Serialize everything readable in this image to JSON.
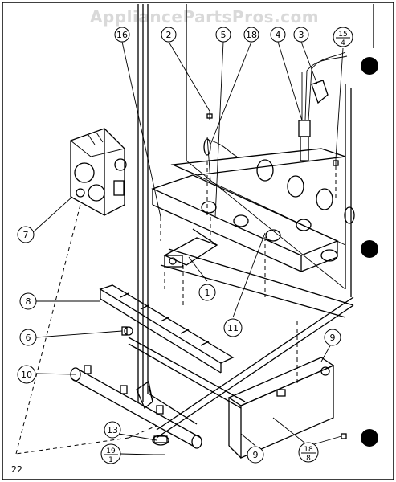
{
  "watermark": "AppliancePartsPros.com",
  "page_number": "22",
  "callouts": {
    "c1": "1",
    "c2": "2",
    "c3": "3",
    "c4": "4",
    "c5": "5",
    "c6": "6",
    "c7": "7",
    "c8": "8",
    "c9a": "9",
    "c9b": "9",
    "c10": "10",
    "c11": "11",
    "c13": "13",
    "c16": "16",
    "c18": "18",
    "f15_top": "15",
    "f15_bot": "4",
    "f18_top": "18",
    "f18_bot": "8",
    "f19_top": "19",
    "f19_bot": "1"
  }
}
